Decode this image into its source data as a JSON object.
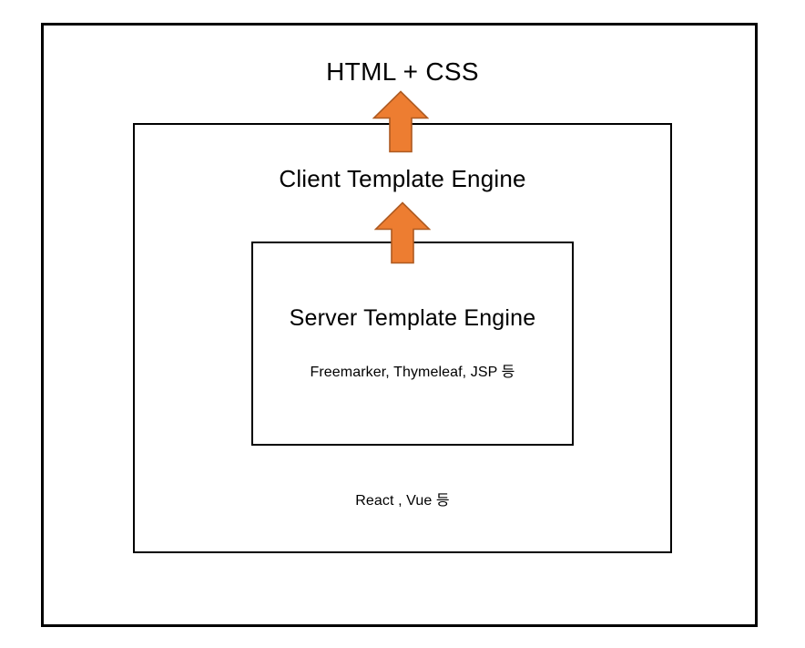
{
  "diagram": {
    "title_text": "HTML + CSS",
    "layers": {
      "outer": {
        "name": "outer-container"
      },
      "middle": {
        "label": "Client Template Engine",
        "sub_label": "React , Vue 등"
      },
      "inner": {
        "label": "Server Template Engine",
        "sub_label": "Freemarker, Thymeleaf, JSP 등"
      }
    },
    "arrows": [
      {
        "name": "arrow-to-html",
        "direction": "up",
        "from": "Client Template Engine",
        "to": "HTML + CSS"
      },
      {
        "name": "arrow-to-client",
        "direction": "up",
        "from": "Server Template Engine",
        "to": "Client Template Engine"
      }
    ],
    "colors": {
      "background": "#ffffff",
      "box_border": "#000000",
      "text": "#000000",
      "arrow_fill": "#ed7d31",
      "arrow_stroke": "#ae5a21"
    }
  }
}
